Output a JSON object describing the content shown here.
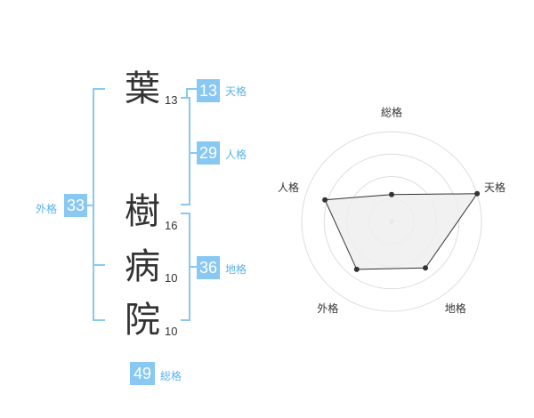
{
  "name_chars": [
    {
      "char": "葉",
      "strokes": "13"
    },
    {
      "char": "樹",
      "strokes": "16"
    },
    {
      "char": "病",
      "strokes": "10"
    },
    {
      "char": "院",
      "strokes": "10"
    }
  ],
  "scores": {
    "tenkaku": {
      "value": "13",
      "label": "天格"
    },
    "jinkaku": {
      "value": "29",
      "label": "人格"
    },
    "chikaku": {
      "value": "36",
      "label": "地格"
    },
    "gaikaku": {
      "value": "33",
      "label": "外格"
    },
    "soukaku": {
      "value": "49",
      "label": "総格"
    }
  },
  "colors": {
    "accent": "#88c8f2",
    "label": "#5bb2ea",
    "bracket": "#88c8f2",
    "text": "#333333"
  },
  "chart_data": {
    "type": "radar",
    "axes": [
      "総格",
      "天格",
      "地格",
      "外格",
      "人格"
    ],
    "values": [
      1.5,
      5,
      3.2,
      3.3,
      3.9
    ],
    "max": 5,
    "grid_rings": 4,
    "fill": "#efefef",
    "line_color": "#333333"
  }
}
